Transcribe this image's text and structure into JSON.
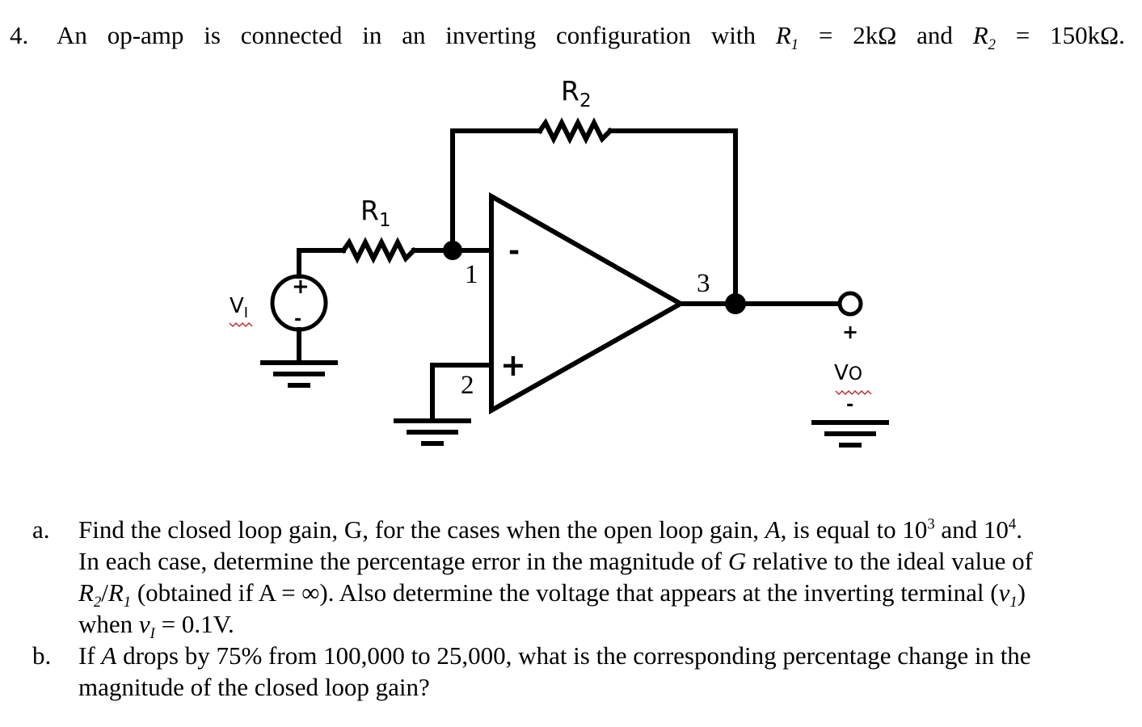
{
  "problem": {
    "number": "4.",
    "statement_parts": [
      "An",
      "op-amp",
      "is",
      "connected",
      "in",
      "an",
      "inverting",
      "configuration",
      "with",
      "R",
      "1",
      "=",
      "2kΩ",
      "and",
      "R",
      "2",
      "=",
      "150kΩ."
    ]
  },
  "circuit": {
    "r2_label": "R",
    "r2_sub": "2",
    "r1_label": "R",
    "r1_sub": "1",
    "vi_label": "V",
    "vi_sub": "I",
    "vo_label": "V",
    "vo_sub": "O",
    "source_plus": "+",
    "source_minus": "-",
    "inverting_sign": "-",
    "noninverting_sign": "+",
    "pin1": "1",
    "pin2": "2",
    "pin3": "3",
    "vo_plus": "+",
    "vo_minus": "-"
  },
  "parts": {
    "a": {
      "marker": "a.",
      "l1_pre": "Find the closed loop gain, G, for the cases when the open loop gain, ",
      "l1_A": "A",
      "l1_mid": ", is equal to 10",
      "l1_exp1": "3",
      "l1_and": " and 10",
      "l1_exp2": "4",
      "l1_end": ".",
      "l2_pre": "In each case, determine the percentage error in the magnitude of ",
      "l2_G": "G",
      "l2_post": " relative to the ideal value of",
      "l3_R2": "R",
      "l3_R2sub": "2",
      "l3_slash": "/",
      "l3_R1": "R",
      "l3_R1sub": "1",
      "l3_post": " (obtained if A = ∞). Also determine the voltage that appears at the inverting terminal (",
      "l3_v": "v",
      "l3_vsub": "1",
      "l3_close": ")",
      "l4_pre": "when ",
      "l4_v": "v",
      "l4_vsub": "I",
      "l4_post": " = 0.1V."
    },
    "b": {
      "marker": "b.",
      "l1_pre": "If ",
      "l1_A": "A",
      "l1_post": " drops by 75% from 100,000 to 25,000, what is the corresponding percentage change in the",
      "l2": "magnitude of the closed loop gain?"
    }
  }
}
